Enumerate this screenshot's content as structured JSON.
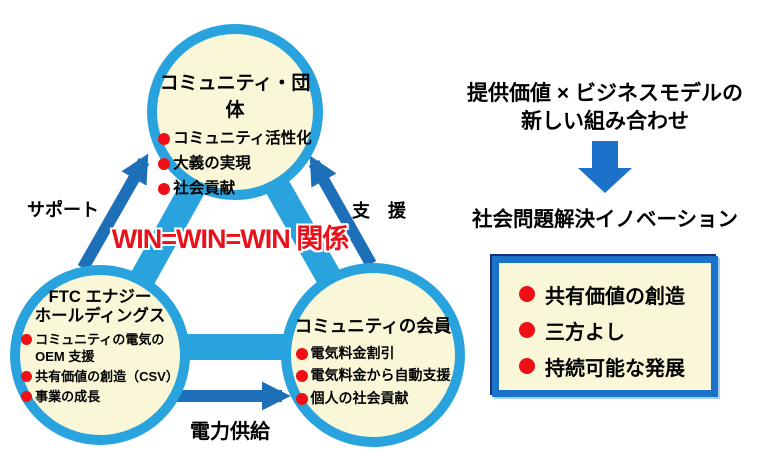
{
  "diagram": {
    "top_circle": {
      "title": "コミュニティ・団体",
      "items": [
        "コミュニティ活性化",
        "大義の実現",
        "社会貢献"
      ]
    },
    "left_circle": {
      "title": "FTC エナジー\nホールディングス",
      "items": [
        "コミュニティの電気の\nOEM 支援",
        "共有価値の創造（CSV）",
        "事業の成長"
      ]
    },
    "right_circle": {
      "title": "コミュニティの会員",
      "items": [
        "電気料金割引",
        "電気料金から自動支援",
        "個人の社会貢献"
      ]
    },
    "labels": {
      "left_arrow": "サポート",
      "right_arrow": "支　援",
      "bottom_arrow": "電力供給",
      "center": "WIN=WIN=WIN 関係"
    }
  },
  "right_panel": {
    "heading": "提供価値 × ビジネスモデルの\n新しい組み合わせ",
    "subheading": "社会問題解決イノベーション",
    "box_items": [
      "共有価値の創造",
      "三方よし",
      "持続可能な発展"
    ]
  },
  "colors": {
    "band_blue": "#29a3dd",
    "arrow_dark_blue": "#1d6fb8",
    "panel_arrow_blue": "#1b72c8",
    "box_border_blue": "#1b73c9",
    "circle_fill_cream": "#faf7d8",
    "bullet_red": "#ee1016",
    "win_text_red": "#e8121c"
  }
}
